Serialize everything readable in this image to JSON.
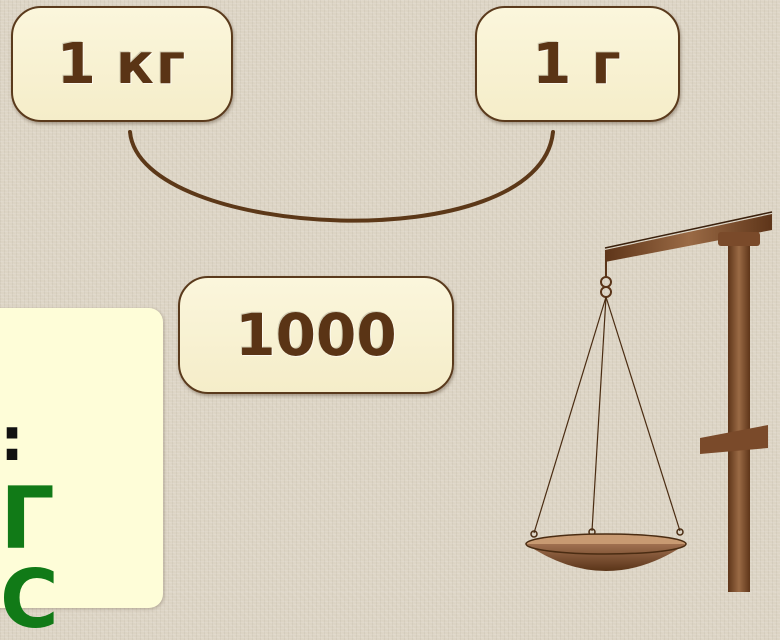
{
  "units": {
    "left": {
      "number": "1",
      "unit": "кг"
    },
    "right": {
      "number": "1",
      "unit": "г"
    }
  },
  "conversion": {
    "factor": "1000"
  },
  "side_panel": {
    "colon": ":",
    "line_1": "Г",
    "line_2": "С"
  },
  "colors": {
    "box_fill": "#f8f1d0",
    "box_border": "#5a3a1c",
    "text_brown": "#5a3415",
    "connector": "#5c3818",
    "panel_fill": "#fefdd8",
    "panel_accent": "#117a17",
    "scale_wood": "#7a4a2a"
  },
  "icons": {
    "scale": "balance-scale-icon"
  }
}
